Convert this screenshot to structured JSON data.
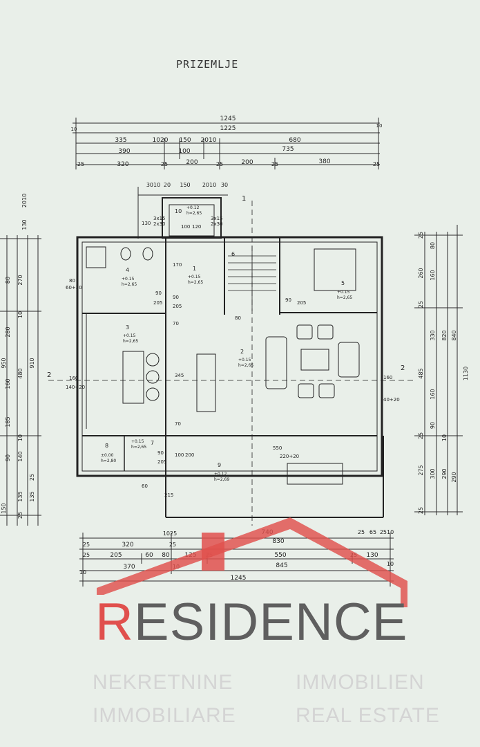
{
  "plan": {
    "title": "PRIZEMLJE",
    "top_dims": {
      "row1": [
        "1245"
      ],
      "row2": [
        "10",
        "1225",
        "10"
      ],
      "row3": [
        "335",
        "1020",
        "150",
        "2010",
        "680"
      ],
      "row4": [
        "390",
        "100",
        "735"
      ],
      "row5": [
        "25",
        "320",
        "25",
        "200",
        "25",
        "200",
        "25",
        "380",
        "25"
      ],
      "small": [
        "3010",
        "20",
        "150",
        "2010",
        "30"
      ]
    },
    "bottom_dims": {
      "row1": [
        "1025",
        "740",
        "25",
        "65",
        "2510"
      ],
      "row2": [
        "25",
        "320",
        "25",
        "830"
      ],
      "row3": [
        "25",
        "205",
        "60",
        "80",
        "125",
        "25",
        "550",
        "25",
        "130"
      ],
      "row4": [
        "10",
        "370",
        "10",
        "845",
        "10"
      ],
      "row5": [
        "1245"
      ]
    },
    "left_dims": [
      "950",
      "2010",
      "130",
      "270",
      "80",
      "10",
      "280",
      "910",
      "480",
      "160",
      "185",
      "10",
      "140",
      "90",
      "135",
      "25",
      "135",
      "150",
      "25"
    ],
    "right_dims": [
      "25",
      "80",
      "260",
      "160",
      "25",
      "330",
      "820",
      "840",
      "1130",
      "485",
      "160",
      "25",
      "90",
      "10",
      "275",
      "300",
      "290",
      "290",
      "25"
    ],
    "rooms": [
      {
        "num": "1",
        "level": "+0.15",
        "h": "h=2,65"
      },
      {
        "num": "2",
        "level": "+0.15",
        "h": "h=2,65"
      },
      {
        "num": "3",
        "level": "+0.15",
        "h": "h=2,65"
      },
      {
        "num": "4",
        "level": "+0.15",
        "h": "h=2,65"
      },
      {
        "num": "5",
        "level": "+0.15",
        "h": "h=2,65"
      },
      {
        "num": "6",
        "level": "",
        "h": ""
      },
      {
        "num": "7",
        "level": "+0.15",
        "h": "h=2,65"
      },
      {
        "num": "8",
        "level": "±0.00",
        "h": "h=2,80"
      },
      {
        "num": "9",
        "level": "+0.12",
        "h": "h=2,69"
      },
      {
        "num": "10",
        "level": "+0.12",
        "h": "h=2,65"
      }
    ],
    "section_marks": [
      "1",
      "2",
      "2"
    ],
    "openings": [
      "80",
      "60+20",
      "205",
      "90",
      "170",
      "90",
      "205",
      "70",
      "160",
      "140+20",
      "345",
      "70",
      "550",
      "220+20",
      "160",
      "40+20",
      "90",
      "205",
      "80",
      "60",
      "215",
      "130",
      "100",
      "120",
      "3x15",
      "2x30",
      "3x15",
      "2x30",
      "90",
      "205",
      "100",
      "200"
    ]
  },
  "brand": {
    "logo_first": "R",
    "logo_rest": "ESIDENCE",
    "tagline_left_1": "NEKRETNINE",
    "tagline_right_1": "IMMOBILIEN",
    "tagline_left_2": "IMMOBILIARE",
    "tagline_right_2": "REAL ESTATE",
    "colors": {
      "red": "#e0504d",
      "gray": "#5f5f5f",
      "light_gray": "#d4d4d4",
      "paper": "#e9efe9"
    }
  }
}
